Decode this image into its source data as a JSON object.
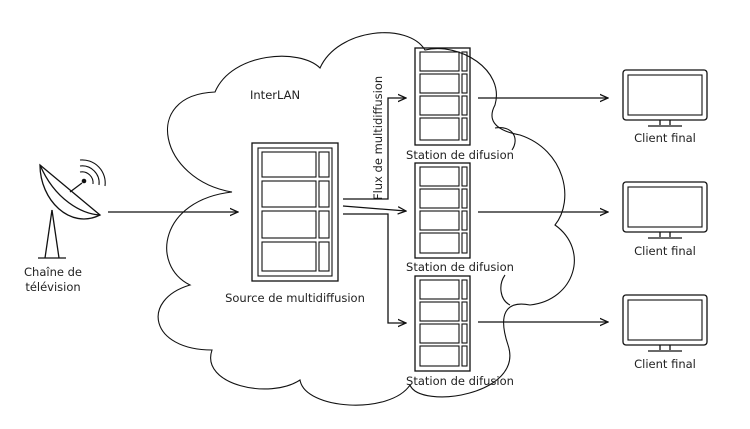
{
  "network_label": "InterLAN",
  "tv_channel": {
    "line1": "Chaîne de",
    "line2": "télévision"
  },
  "source_label": "Source de multidiffusion",
  "flow_label": "Flux de multidiffusion",
  "stations": [
    {
      "label": "Station de difusion"
    },
    {
      "label": "Station de difusion"
    },
    {
      "label": "Station de difusion"
    }
  ],
  "clients": [
    {
      "label": "Client final"
    },
    {
      "label": "Client final"
    },
    {
      "label": "Client final"
    }
  ],
  "colors": {
    "stroke": "#111111",
    "text": "#222222",
    "background": "#ffffff"
  },
  "icons": {
    "tv_channel": "satellite-dish-icon",
    "source": "server-rack-icon",
    "station": "server-rack-icon",
    "client": "monitor-icon",
    "network": "cloud-icon"
  }
}
